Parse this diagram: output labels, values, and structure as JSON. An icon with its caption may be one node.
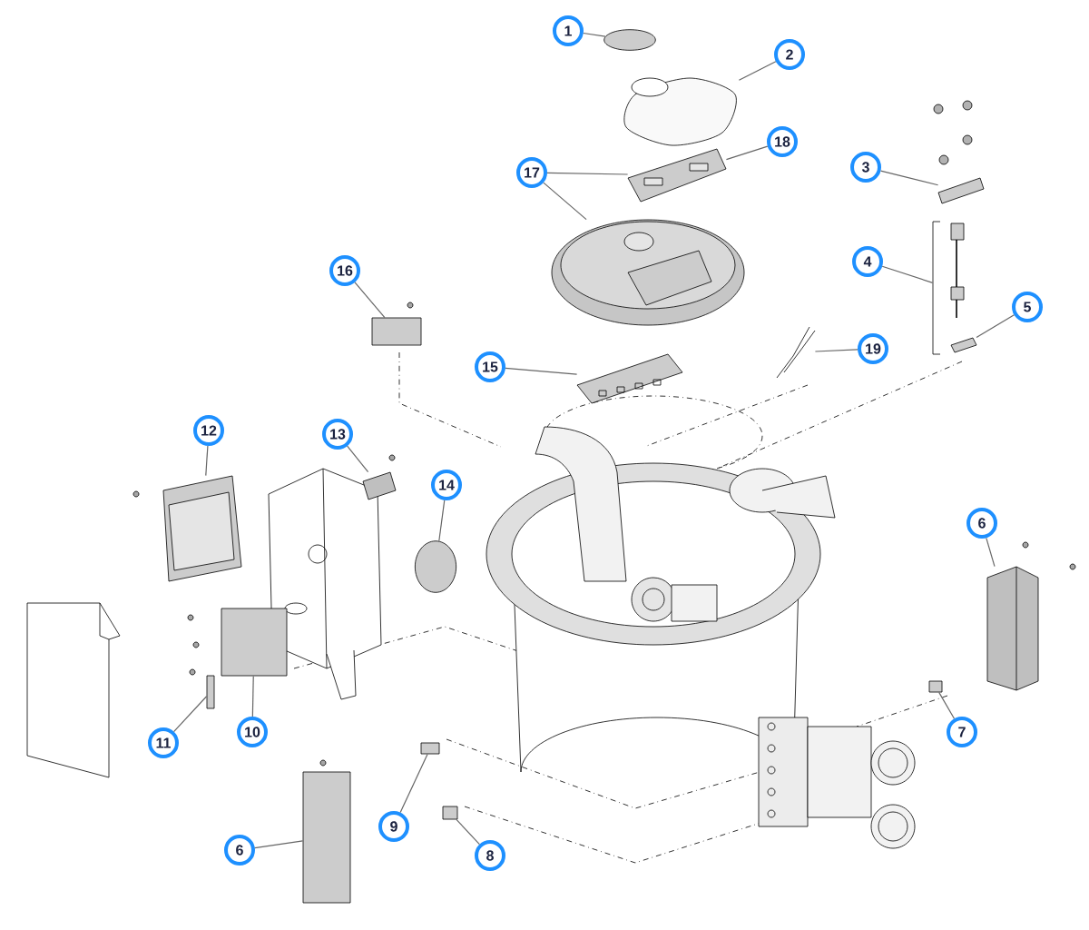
{
  "diagram": {
    "nodes": [
      {
        "text": [
          "1"
        ]
      },
      {
        "text": [
          "2"
        ]
      },
      {
        "text": [
          "18"
        ]
      },
      {
        "text": [
          "3"
        ]
      },
      {
        "text": [
          "17"
        ]
      },
      {
        "text": [
          "4"
        ]
      },
      {
        "text": [
          "16"
        ]
      },
      {
        "text": [
          "5"
        ]
      },
      {
        "text": [
          "19"
        ]
      },
      {
        "text": [
          "15"
        ]
      },
      {
        "text": [
          "12"
        ]
      },
      {
        "text": [
          "13"
        ]
      },
      {
        "text": [
          "14"
        ]
      },
      {
        "text": [
          "6"
        ]
      },
      {
        "text": [
          "10"
        ]
      },
      {
        "text": [
          "7"
        ]
      },
      {
        "text": [
          "11"
        ]
      },
      {
        "text": [
          "9"
        ]
      },
      {
        "text": [
          "6"
        ]
      },
      {
        "text": [
          "8"
        ]
      },
      {
        "text": [],
        "shape": "circle"
      },
      {
        "text": [],
        "shape": "picture"
      },
      {
        "text": [],
        "shape": "picture"
      },
      {
        "text": [],
        "shape": "picture"
      },
      {
        "text": [],
        "shape": "picture"
      },
      {
        "text": [],
        "shape": "picture"
      },
      {
        "text": [],
        "shape": "box"
      },
      {
        "text": [],
        "shape": "picture"
      },
      {
        "text": [],
        "shape": "picture"
      },
      {
        "text": [],
        "shape": "picture"
      },
      {
        "text": [],
        "shape": "picture"
      },
      {
        "text": [],
        "shape": "picture"
      },
      {
        "text": [],
        "shape": "circle"
      },
      {
        "text": [],
        "shape": "picture"
      },
      {
        "text": [],
        "shape": "box"
      },
      {
        "text": [],
        "shape": "box"
      },
      {
        "text": [],
        "shape": "box"
      },
      {
        "text": [],
        "shape": "box"
      },
      {
        "text": [],
        "shape": "box"
      },
      {
        "text": [],
        "shape": "box"
      }
    ],
    "edges": [
      {
        "from": 0,
        "to": 20,
        "arrow": "none"
      },
      {
        "from": 1,
        "to": 21,
        "arrow": "none"
      },
      {
        "from": 2,
        "to": 22,
        "arrow": "none"
      },
      {
        "from": 3,
        "to": 23,
        "arrow": "none"
      },
      {
        "from": 4,
        "to": 22,
        "arrow": "none"
      },
      {
        "from": 4,
        "to": 24,
        "arrow": "none"
      },
      {
        "from": 5,
        "to": 25,
        "arrow": "none"
      },
      {
        "from": 6,
        "to": 26,
        "arrow": "none"
      },
      {
        "from": 7,
        "to": 27,
        "arrow": "none"
      },
      {
        "from": 8,
        "to": 28,
        "arrow": "none"
      },
      {
        "from": 9,
        "to": 29,
        "arrow": "none"
      },
      {
        "from": 10,
        "to": 30,
        "arrow": "none"
      },
      {
        "from": 11,
        "to": 31,
        "arrow": "none"
      },
      {
        "from": 12,
        "to": 32,
        "arrow": "none"
      },
      {
        "from": 13,
        "to": 33,
        "arrow": "none"
      },
      {
        "from": 14,
        "to": 34,
        "arrow": "none"
      },
      {
        "from": 15,
        "to": 35,
        "arrow": "none"
      },
      {
        "from": 16,
        "to": 36,
        "arrow": "none"
      },
      {
        "from": 17,
        "to": 37,
        "arrow": "none"
      },
      {
        "from": 18,
        "to": 38,
        "arrow": "none"
      },
      {
        "from": 19,
        "to": 39,
        "arrow": "none"
      }
    ]
  }
}
